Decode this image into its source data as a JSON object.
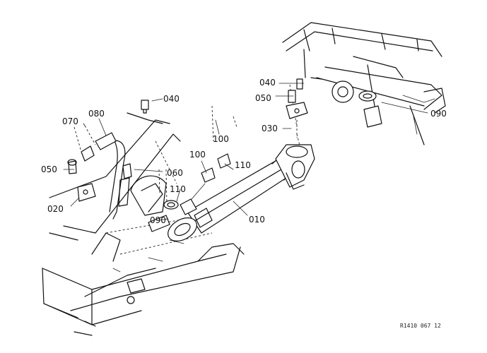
{
  "callouts": {
    "p010": "010",
    "p020": "020",
    "p030": "030",
    "p040_left": "040",
    "p040_right": "040",
    "p050_left": "050",
    "p050_right": "050",
    "p060": "060",
    "p070": "070",
    "p080": "080",
    "p090_left": "090",
    "p090_right": "090",
    "p100_upper": "100",
    "p100_lower": "100",
    "p110_upper": "110",
    "p110_lower": "110"
  },
  "reference_code": "R1410 067 12"
}
